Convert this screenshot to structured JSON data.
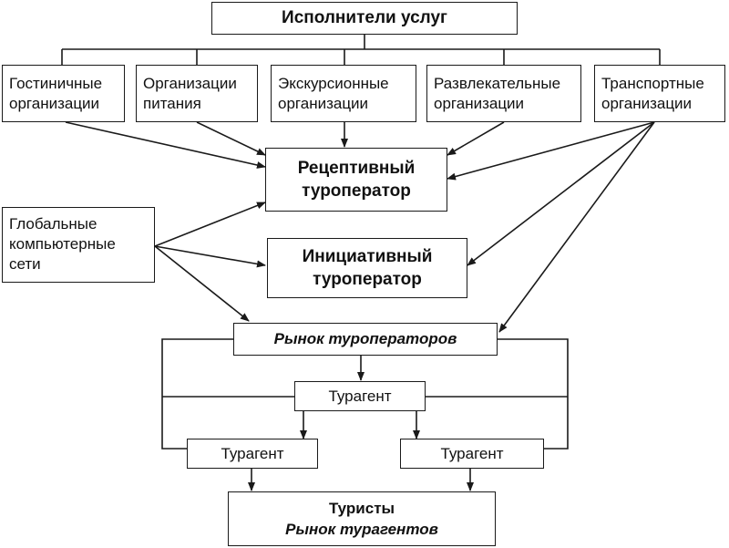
{
  "title": "Исполнители услуг",
  "providers": [
    {
      "line1": "Гостиничные",
      "line2": "организации"
    },
    {
      "line1": "Организации",
      "line2": "питания"
    },
    {
      "line1": "Экскурсионные",
      "line2": "организации"
    },
    {
      "line1": "Развлекательные",
      "line2": "организации"
    },
    {
      "line1": "Транспортные",
      "line2": "организации"
    }
  ],
  "global_networks": {
    "line1": "Глобальные",
    "line2": "компьютерные",
    "line3": "сети"
  },
  "receptive": {
    "line1": "Рецептивный",
    "line2": "туроператор"
  },
  "initiative": {
    "line1": "Инициативный",
    "line2": "туроператор"
  },
  "operators_market": "Рынок туроператоров",
  "travel_agent_top": "Турагент",
  "travel_agent_left": "Турагент",
  "travel_agent_right": "Турагент",
  "tourists": {
    "line1": "Туристы",
    "line2": "Рынок турагентов"
  }
}
